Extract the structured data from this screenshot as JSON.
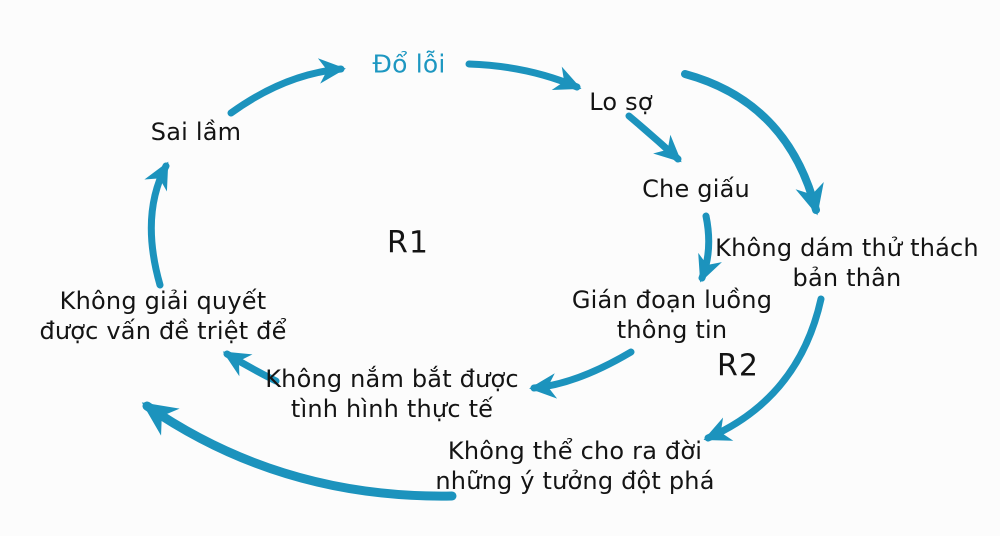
{
  "diagram": {
    "type": "causal-loop-diagram",
    "language": "vi",
    "background_color": "#fcfcfc",
    "arrow_color": "#1c93bd",
    "accent_text_color": "#1d97c1",
    "text_color": "#141414",
    "nodes": {
      "sai_lam": {
        "label": "Sai lầm",
        "lines": [
          "Sai lầm"
        ]
      },
      "do_loi": {
        "label": "Đổ lỗi",
        "lines": [
          "Đổ lỗi"
        ],
        "highlighted": true
      },
      "lo_so": {
        "label": "Lo sợ",
        "lines": [
          "Lo sợ"
        ]
      },
      "che_giau": {
        "label": "Che giấu",
        "lines": [
          "Che giấu"
        ]
      },
      "khong_dam": {
        "label": "Không dám thử thách bản thân",
        "lines": [
          "Không dám thử thách",
          "bản thân"
        ]
      },
      "gian_doan": {
        "label": "Gián đoạn luồng thông tin",
        "lines": [
          "Gián đoạn luồng",
          "thông tin"
        ]
      },
      "khong_giai_quyet": {
        "label": "Không giải quyết được vấn đề triệt để",
        "lines": [
          "Không giải quyết",
          "được vấn đề triệt để"
        ]
      },
      "khong_nam_bat": {
        "label": "Không nắm bắt được tình hình thực tế",
        "lines": [
          "Không nắm bắt được",
          "tình hình thực tế"
        ]
      },
      "khong_the": {
        "label": "Không thể cho ra đời những ý tưởng đột phá",
        "lines": [
          "Không thể cho ra đời",
          "những ý tưởng đột phá"
        ]
      }
    },
    "loops": {
      "r1": {
        "label": "R1"
      },
      "r2": {
        "label": "R2"
      }
    },
    "edges": [
      {
        "from": "sai_lam",
        "to": "do_loi",
        "loop": "R1"
      },
      {
        "from": "do_loi",
        "to": "lo_so",
        "loop": "R1"
      },
      {
        "from": "lo_so",
        "to": "che_giau",
        "loop": "R1"
      },
      {
        "from": "che_giau",
        "to": "gian_doan",
        "loop": "R1"
      },
      {
        "from": "gian_doan",
        "to": "khong_nam_bat",
        "loop": "R1"
      },
      {
        "from": "khong_nam_bat",
        "to": "khong_giai_quyet",
        "loop": "R1"
      },
      {
        "from": "khong_giai_quyet",
        "to": "sai_lam",
        "loop": "R1"
      },
      {
        "from": "lo_so",
        "to": "khong_dam",
        "loop": "R2"
      },
      {
        "from": "khong_dam",
        "to": "khong_the",
        "loop": "R2"
      },
      {
        "from": "khong_the",
        "to": "khong_giai_quyet",
        "loop": "R2"
      }
    ]
  }
}
